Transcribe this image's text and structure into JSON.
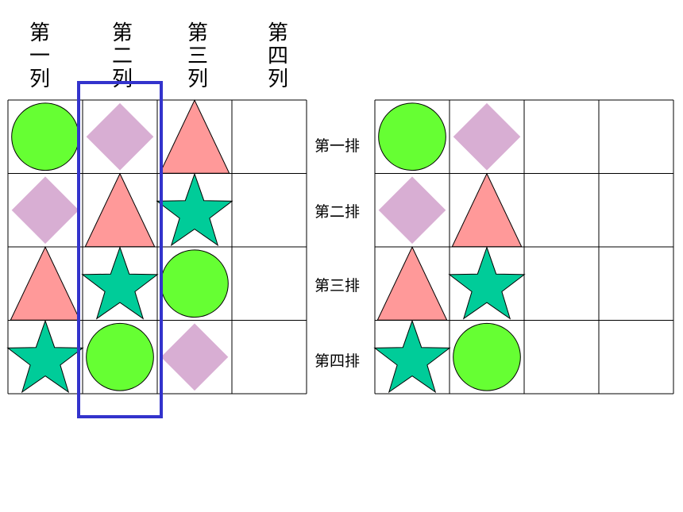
{
  "column_headers": [
    [
      "第",
      "一",
      "列"
    ],
    [
      "第",
      "二",
      "列"
    ],
    [
      "第",
      "三",
      "列"
    ],
    [
      "第",
      "四",
      "列"
    ]
  ],
  "row_labels": [
    "第一排",
    "第二排",
    "第三排",
    "第四排"
  ],
  "left_grid": [
    [
      "circle",
      "diamond",
      "triangle",
      ""
    ],
    [
      "diamond",
      "triangle",
      "star",
      ""
    ],
    [
      "triangle",
      "star",
      "circle",
      ""
    ],
    [
      "star",
      "circle",
      "diamond",
      ""
    ]
  ],
  "right_grid": [
    [
      "circle",
      "diamond",
      "",
      ""
    ],
    [
      "diamond",
      "triangle",
      "",
      ""
    ],
    [
      "triangle",
      "star",
      "",
      ""
    ],
    [
      "star",
      "circle",
      "",
      ""
    ]
  ],
  "highlighted_column": 2,
  "shape_colors": {
    "circle": "#66ff33",
    "diamond": "#d8aed3",
    "triangle": "#ff9999",
    "star": "#00cc99"
  },
  "highlight_color": "#3333cc"
}
